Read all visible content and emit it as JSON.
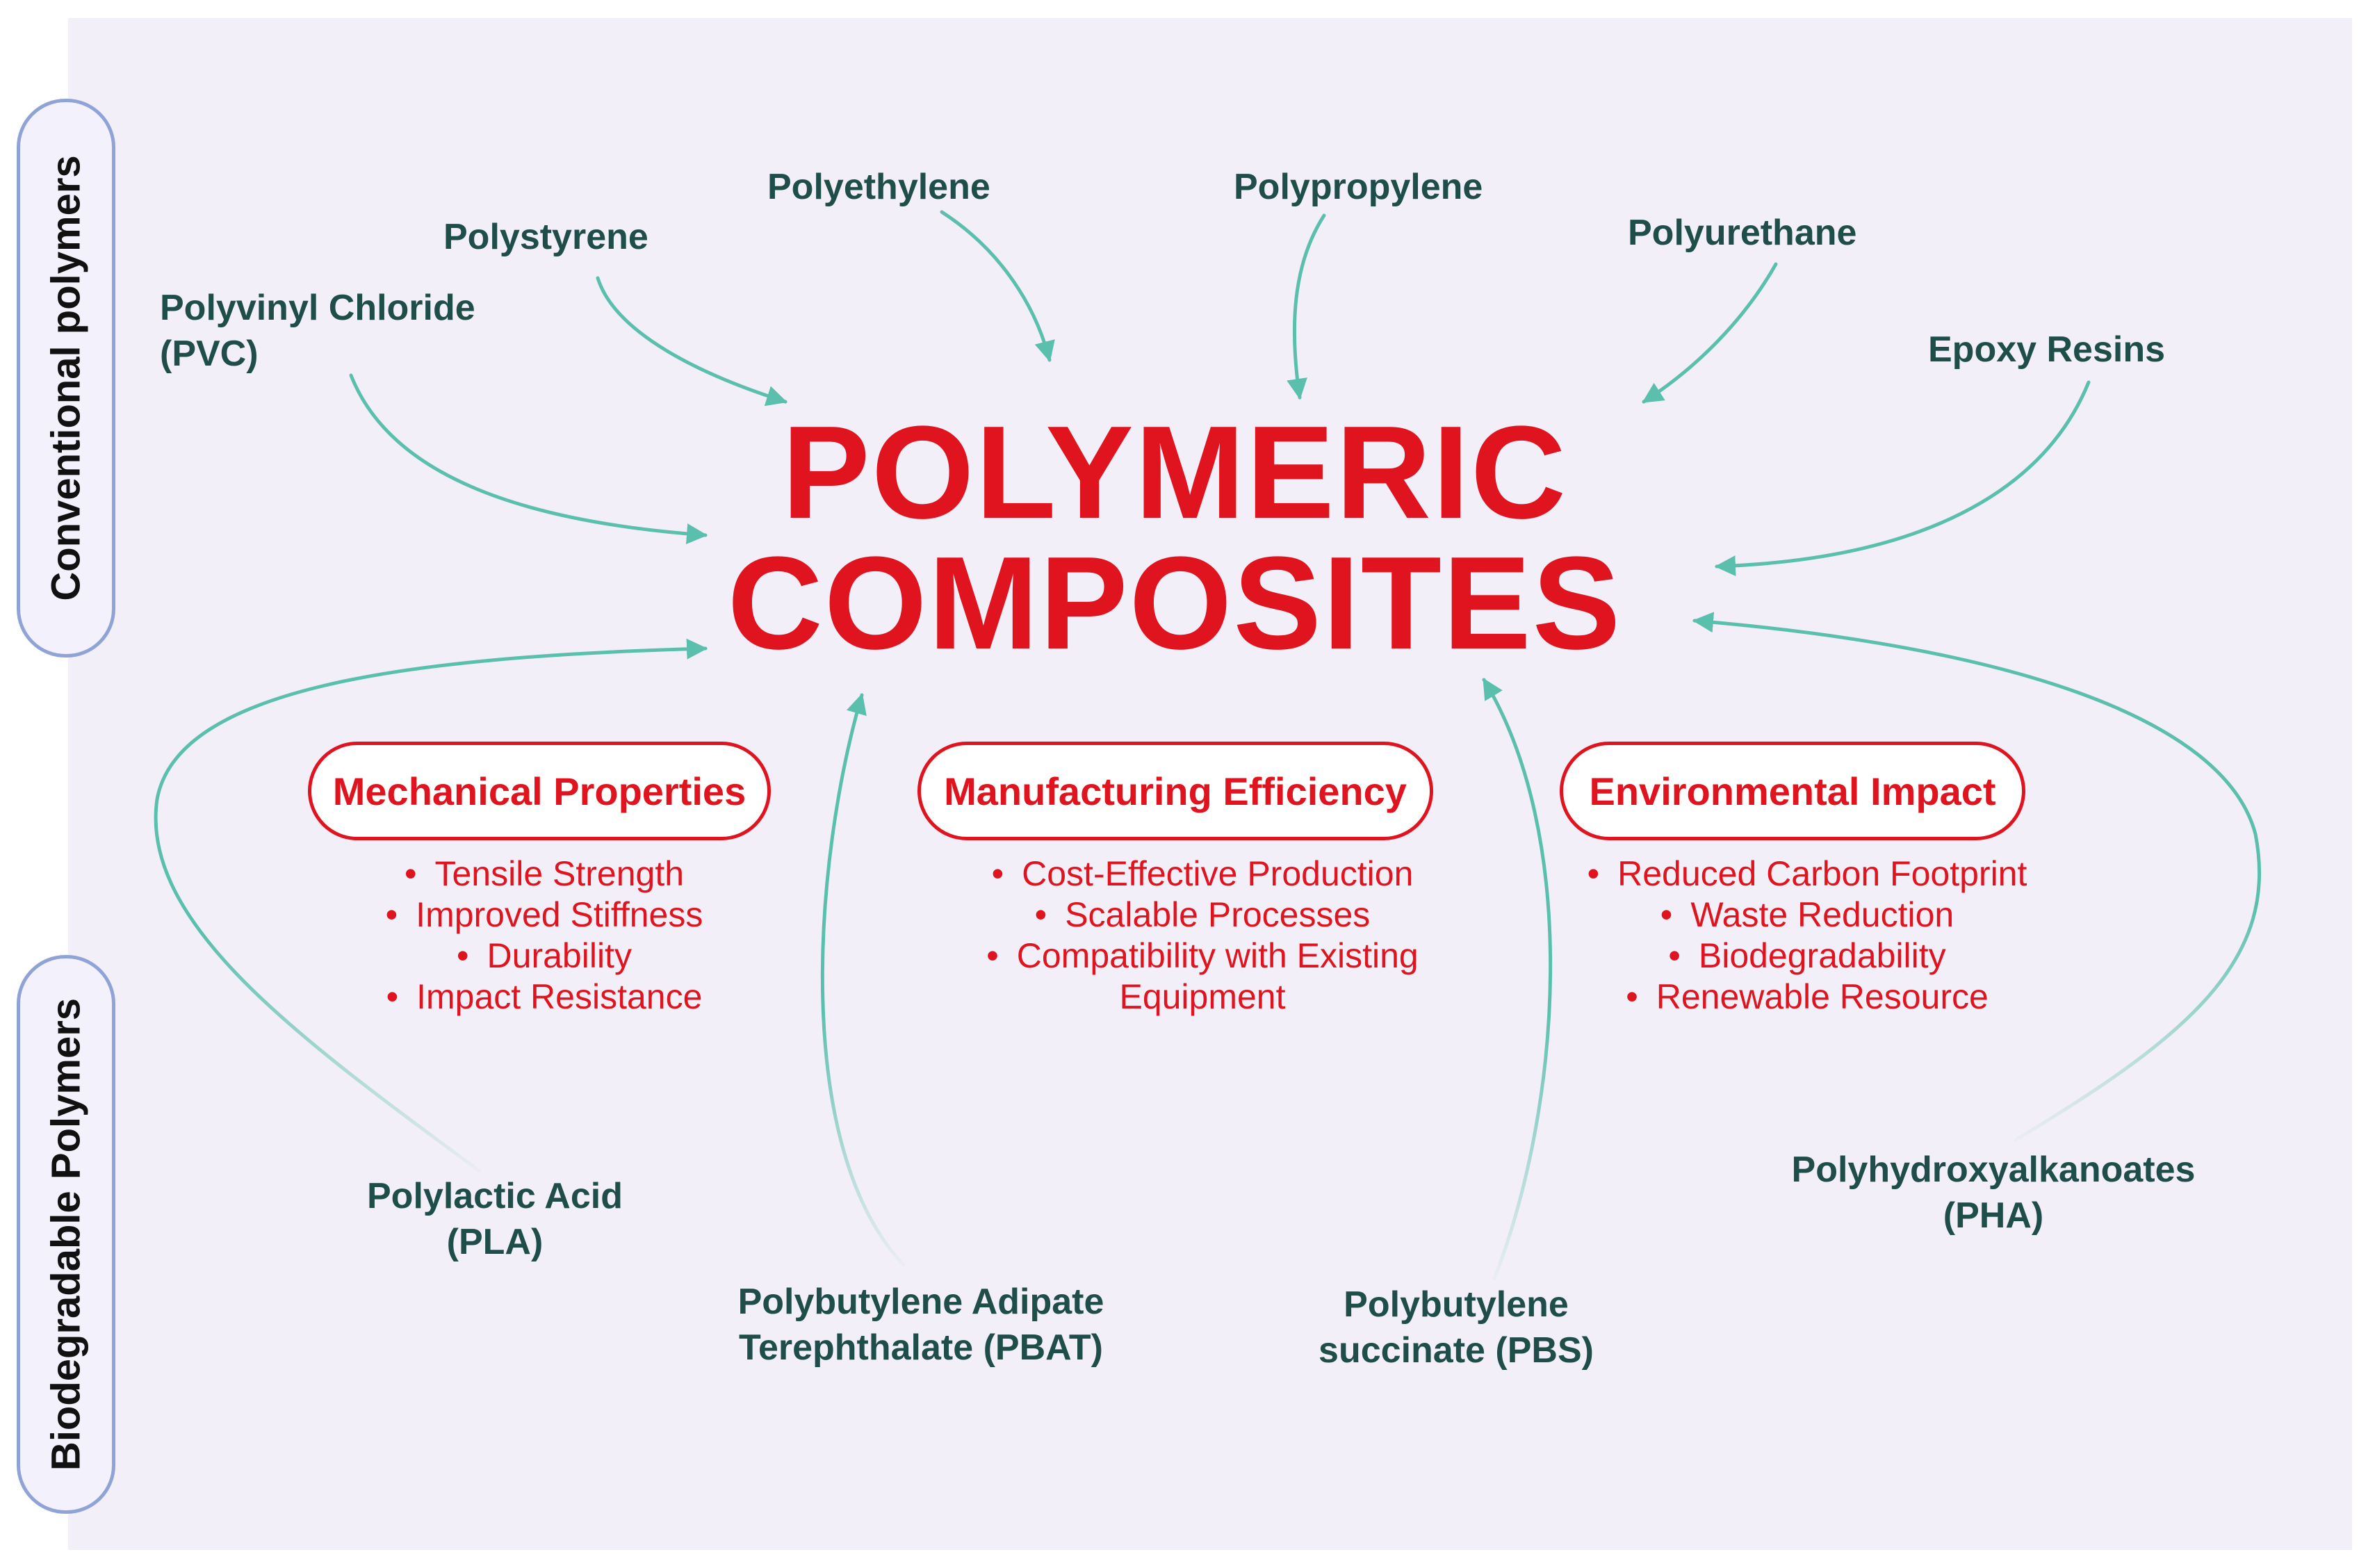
{
  "side_labels": {
    "conventional": "Conventional polymers",
    "biodegradable": "Biodegradable Polymers"
  },
  "title": {
    "line1": "POLYMERIC",
    "line2": "COMPOSITES"
  },
  "conventional_polymers": {
    "pvc": {
      "line1": "Polyvinyl Chloride",
      "line2": "(PVC)"
    },
    "polystyrene": "Polystyrene",
    "polyethylene": "Polyethylene",
    "polypropylene": "Polypropylene",
    "polyurethane": "Polyurethane",
    "epoxy": "Epoxy Resins"
  },
  "biodegradable_polymers": {
    "pla": {
      "line1": "Polylactic Acid",
      "line2": "(PLA)"
    },
    "pbat": {
      "line1": "Polybutylene Adipate",
      "line2": "Terephthalate (PBAT)"
    },
    "pbs": {
      "line1": "Polybutylene",
      "line2": "succinate (PBS)"
    },
    "pha": {
      "line1": "Polyhydroxyalkanoates",
      "line2": "(PHA)"
    }
  },
  "categories": {
    "mechanical": {
      "title": "Mechanical Properties",
      "items": [
        "Tensile Strength",
        "Improved Stiffness",
        "Durability",
        "Impact Resistance"
      ]
    },
    "manufacturing": {
      "title": "Manufacturing Efficiency",
      "items": [
        "Cost-Effective Production",
        "Scalable Processes",
        "Compatibility with Existing",
        "Equipment"
      ]
    },
    "environmental": {
      "title": "Environmental Impact",
      "items": [
        "Reduced Carbon Footprint",
        "Waste Reduction",
        "Biodegradability",
        "Renewable Resource"
      ]
    }
  },
  "colors": {
    "accent_red": "#e0141e",
    "arrow_teal": "#5bbfad",
    "polymer_text": "#1f4d4a",
    "panel_bg": "#f3eff9",
    "pill_border": "#8fa3d6"
  }
}
